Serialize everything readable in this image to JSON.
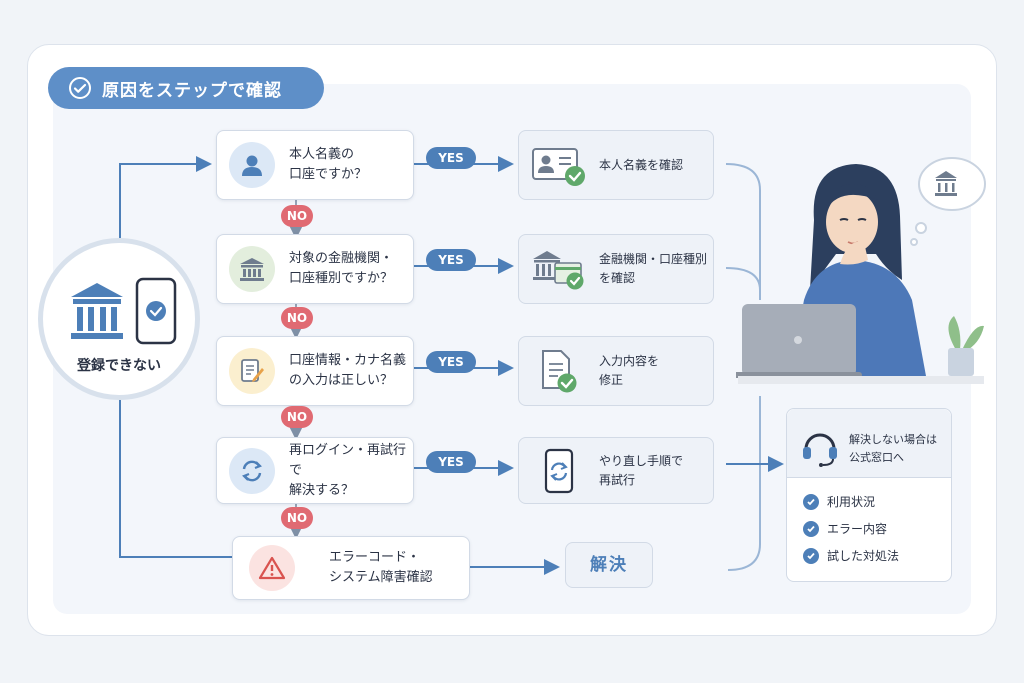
{
  "title": "原因をステップで確認",
  "start": {
    "label": "登録できない"
  },
  "questions": [
    {
      "text": "本人名義の\n口座ですか？",
      "icon": "person-icon"
    },
    {
      "text": "対象の金融機関・\n口座種別ですか？",
      "icon": "bank-icon"
    },
    {
      "text": "口座情報・カナ名義\nの入力は正しい？",
      "icon": "document-edit-icon"
    },
    {
      "text": "再ログイン・再試行で\n解決する？",
      "icon": "refresh-icon"
    },
    {
      "text": "エラーコード・\nシステム障害確認",
      "icon": "warning-icon"
    }
  ],
  "answers": [
    {
      "text": "本人名義を確認",
      "icon": "id-card-check-icon"
    },
    {
      "text": "金融機関・口座種別\nを確認",
      "icon": "bank-card-check-icon"
    },
    {
      "text": "入力内容を\n修正",
      "icon": "document-check-icon"
    },
    {
      "text": "やり直し手順で\n再試行",
      "icon": "phone-refresh-icon"
    }
  ],
  "yes_label": "YES",
  "no_label": "NO",
  "resolved_label": "解決",
  "support": {
    "title": "解決しない場合は\n公式窓口へ",
    "items": [
      "利用状況",
      "エラー内容",
      "試した対処法"
    ]
  },
  "colors": {
    "accent": "#4d7fb8",
    "no": "#e06a72",
    "check": "#5fa86a"
  }
}
